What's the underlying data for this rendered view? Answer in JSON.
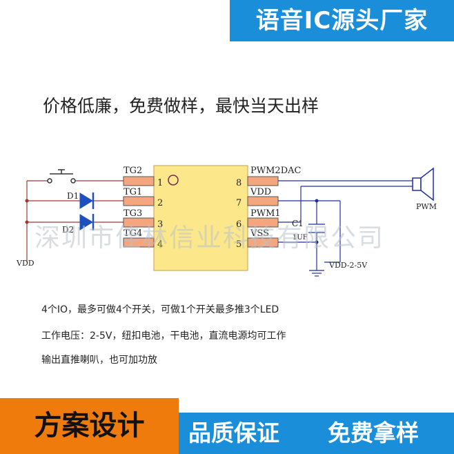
{
  "top_banner": "语音IC源头厂家",
  "headline": "价格低廉，免费做样，最快当天出样",
  "watermark": "深圳市佳林信业科技有限公司",
  "circuit": {
    "left_pins": [
      {
        "label": "TG2",
        "number": "1"
      },
      {
        "label": "TG1",
        "number": "2"
      },
      {
        "label": "TG3",
        "number": "3"
      },
      {
        "label": "TG4",
        "number": "4"
      }
    ],
    "right_pins": [
      {
        "label": "PWM2DAC",
        "number": "8"
      },
      {
        "label": "VDD",
        "number": "7"
      },
      {
        "label": "PWM1",
        "number": "6"
      },
      {
        "label": "VSS",
        "number": "5"
      }
    ],
    "diode1": "D1",
    "diode2": "D2",
    "left_supply": "VDD",
    "capacitor_name": "C1",
    "capacitor_value": "1UF",
    "right_supply": "VDD-2-5V",
    "speaker_label": "PWM"
  },
  "notes": [
    "4个IO，最多可做4个开关，可做1个开关最多推3个LED",
    "工作电压：2-5V，纽扣电池，干电池，直流电源均可工作",
    "输出直推喇叭，也可加功放"
  ],
  "bottom_left_banner": "方案设计",
  "bottom_right_banner": [
    "品质保证",
    "免费拿样"
  ],
  "colors": {
    "blue": "#1a8ed9",
    "orange": "#ee7b0c",
    "chip_fill": "#fce78b",
    "pad_fill": "#f4a77e",
    "wire_left": "#a43434",
    "wire_right": "#1e2ea0"
  }
}
